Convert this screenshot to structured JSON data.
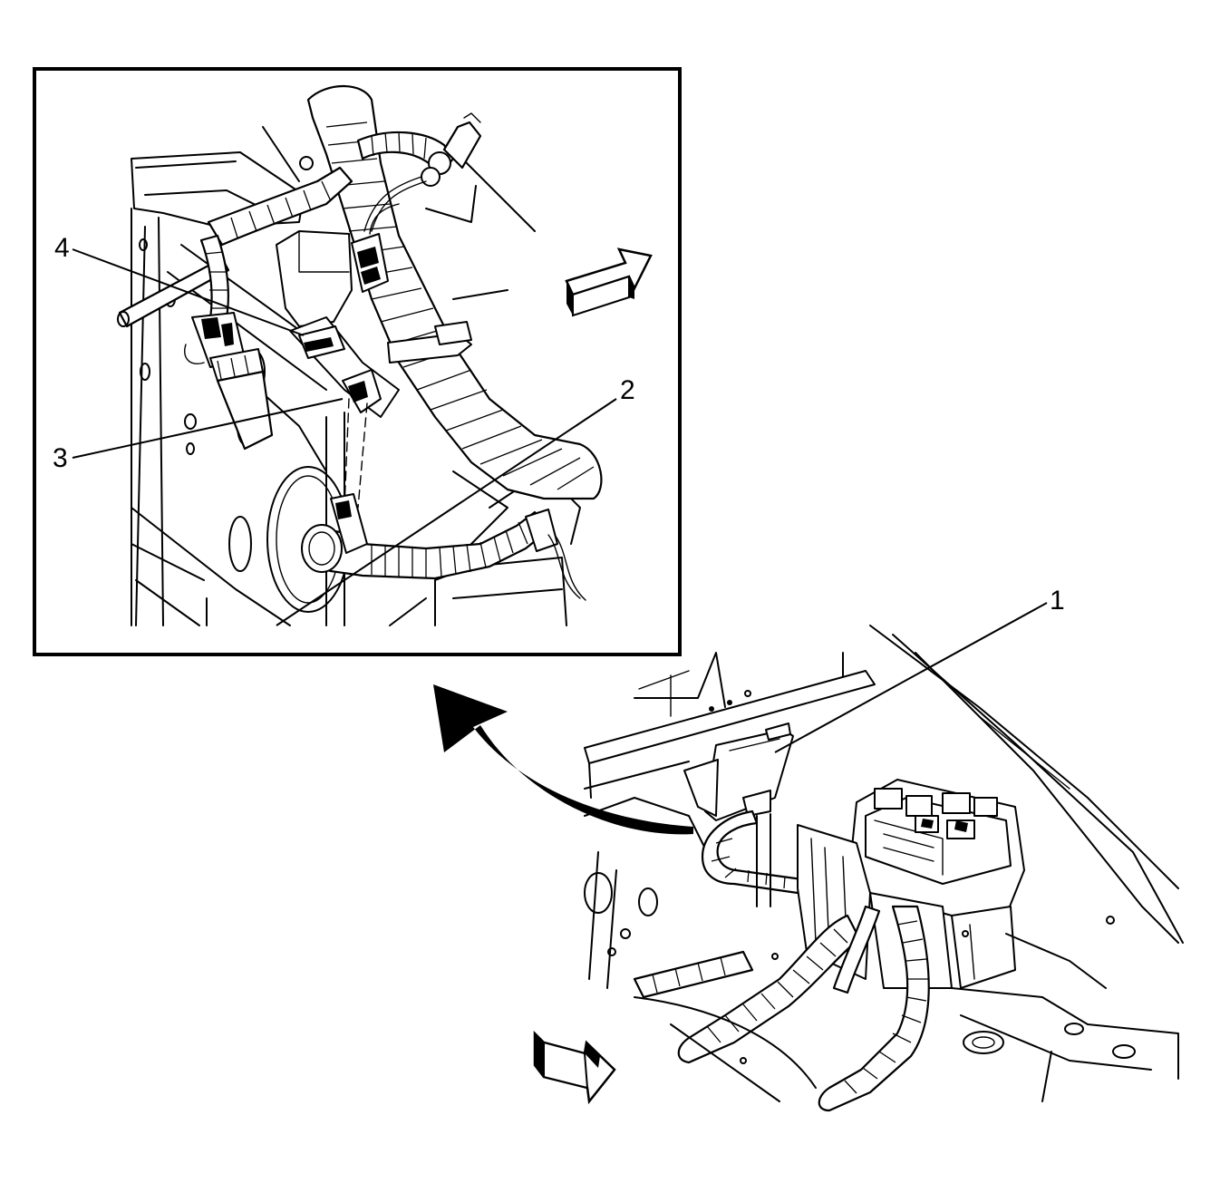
{
  "callouts": [
    {
      "id": "1",
      "label": "1"
    },
    {
      "id": "2",
      "label": "2"
    },
    {
      "id": "3",
      "label": "3"
    },
    {
      "id": "4",
      "label": "4"
    }
  ],
  "icons": {
    "inset_direction_arrow": "front-direction-arrow-icon",
    "main_direction_arrow": "front-direction-arrow-icon",
    "zoom_arrow": "curved-detail-arrow-icon"
  },
  "colors": {
    "line": "#000000",
    "background": "#ffffff"
  }
}
